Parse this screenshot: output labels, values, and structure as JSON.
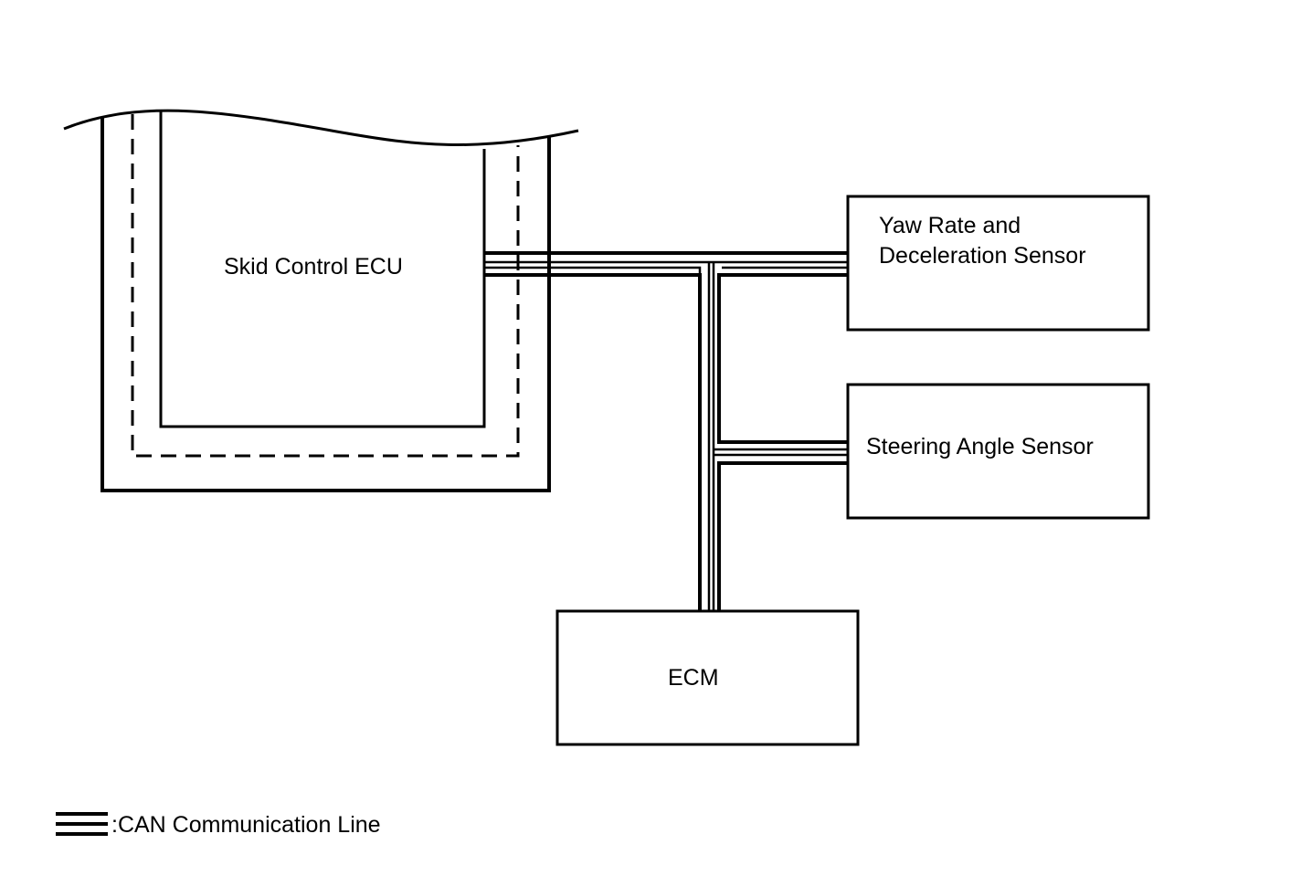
{
  "colors": {
    "line": "#000000",
    "background": "#ffffff"
  },
  "components": {
    "skid_control_ecu": "Skid Control ECU",
    "yaw_rate_line1": "Yaw Rate and",
    "yaw_rate_line2": "Deceleration Sensor",
    "steering_angle_sensor": "Steering Angle Sensor",
    "ecm": "ECM"
  },
  "legend": {
    "label": ":CAN Communication Line"
  }
}
